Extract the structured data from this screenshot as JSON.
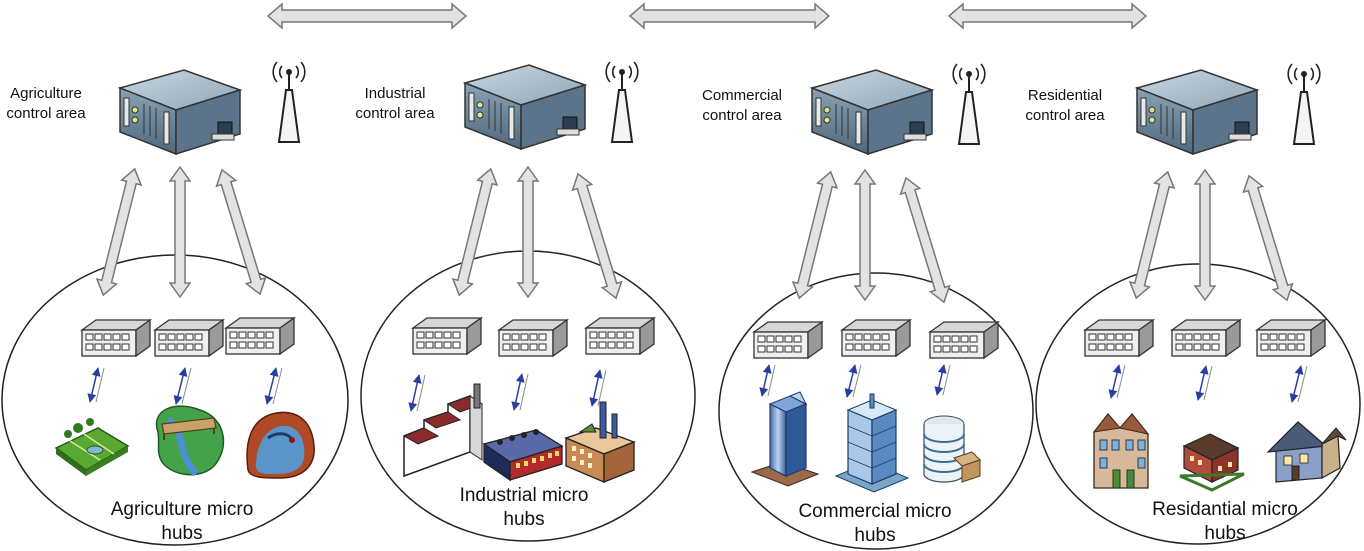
{
  "areas": [
    {
      "id": "agriculture",
      "label": "Agriculture control area",
      "hub_label": "Agriculture micro hubs"
    },
    {
      "id": "industrial",
      "label": "Industrial control area",
      "hub_label": "Industrial micro hubs"
    },
    {
      "id": "commercial",
      "label": "Commercial control area",
      "hub_label": "Commercial micro hubs"
    },
    {
      "id": "residential",
      "label": "Residential control area",
      "hub_label": "Residantial micro hubs"
    }
  ],
  "icons": {
    "server": "server-icon",
    "antenna": "antenna-icon",
    "switch": "network-switch-icon",
    "agriculture": [
      "farm-field-icon",
      "river-bridge-icon",
      "pond-icon"
    ],
    "industrial": [
      "factory-icon",
      "industrial-building-icon",
      "plant-icon"
    ],
    "commercial": [
      "skyscraper-icon",
      "office-tower-icon",
      "round-building-icon"
    ],
    "residential": [
      "townhouse-icon",
      "apartment-icon",
      "house-icon"
    ]
  },
  "colors": {
    "arrow_fill": "#e3e3e3",
    "arrow_stroke": "#777777",
    "link_arrow": "#2a3e9e",
    "server_top": "#a7bccd",
    "server_front": "#6e8aa0"
  }
}
